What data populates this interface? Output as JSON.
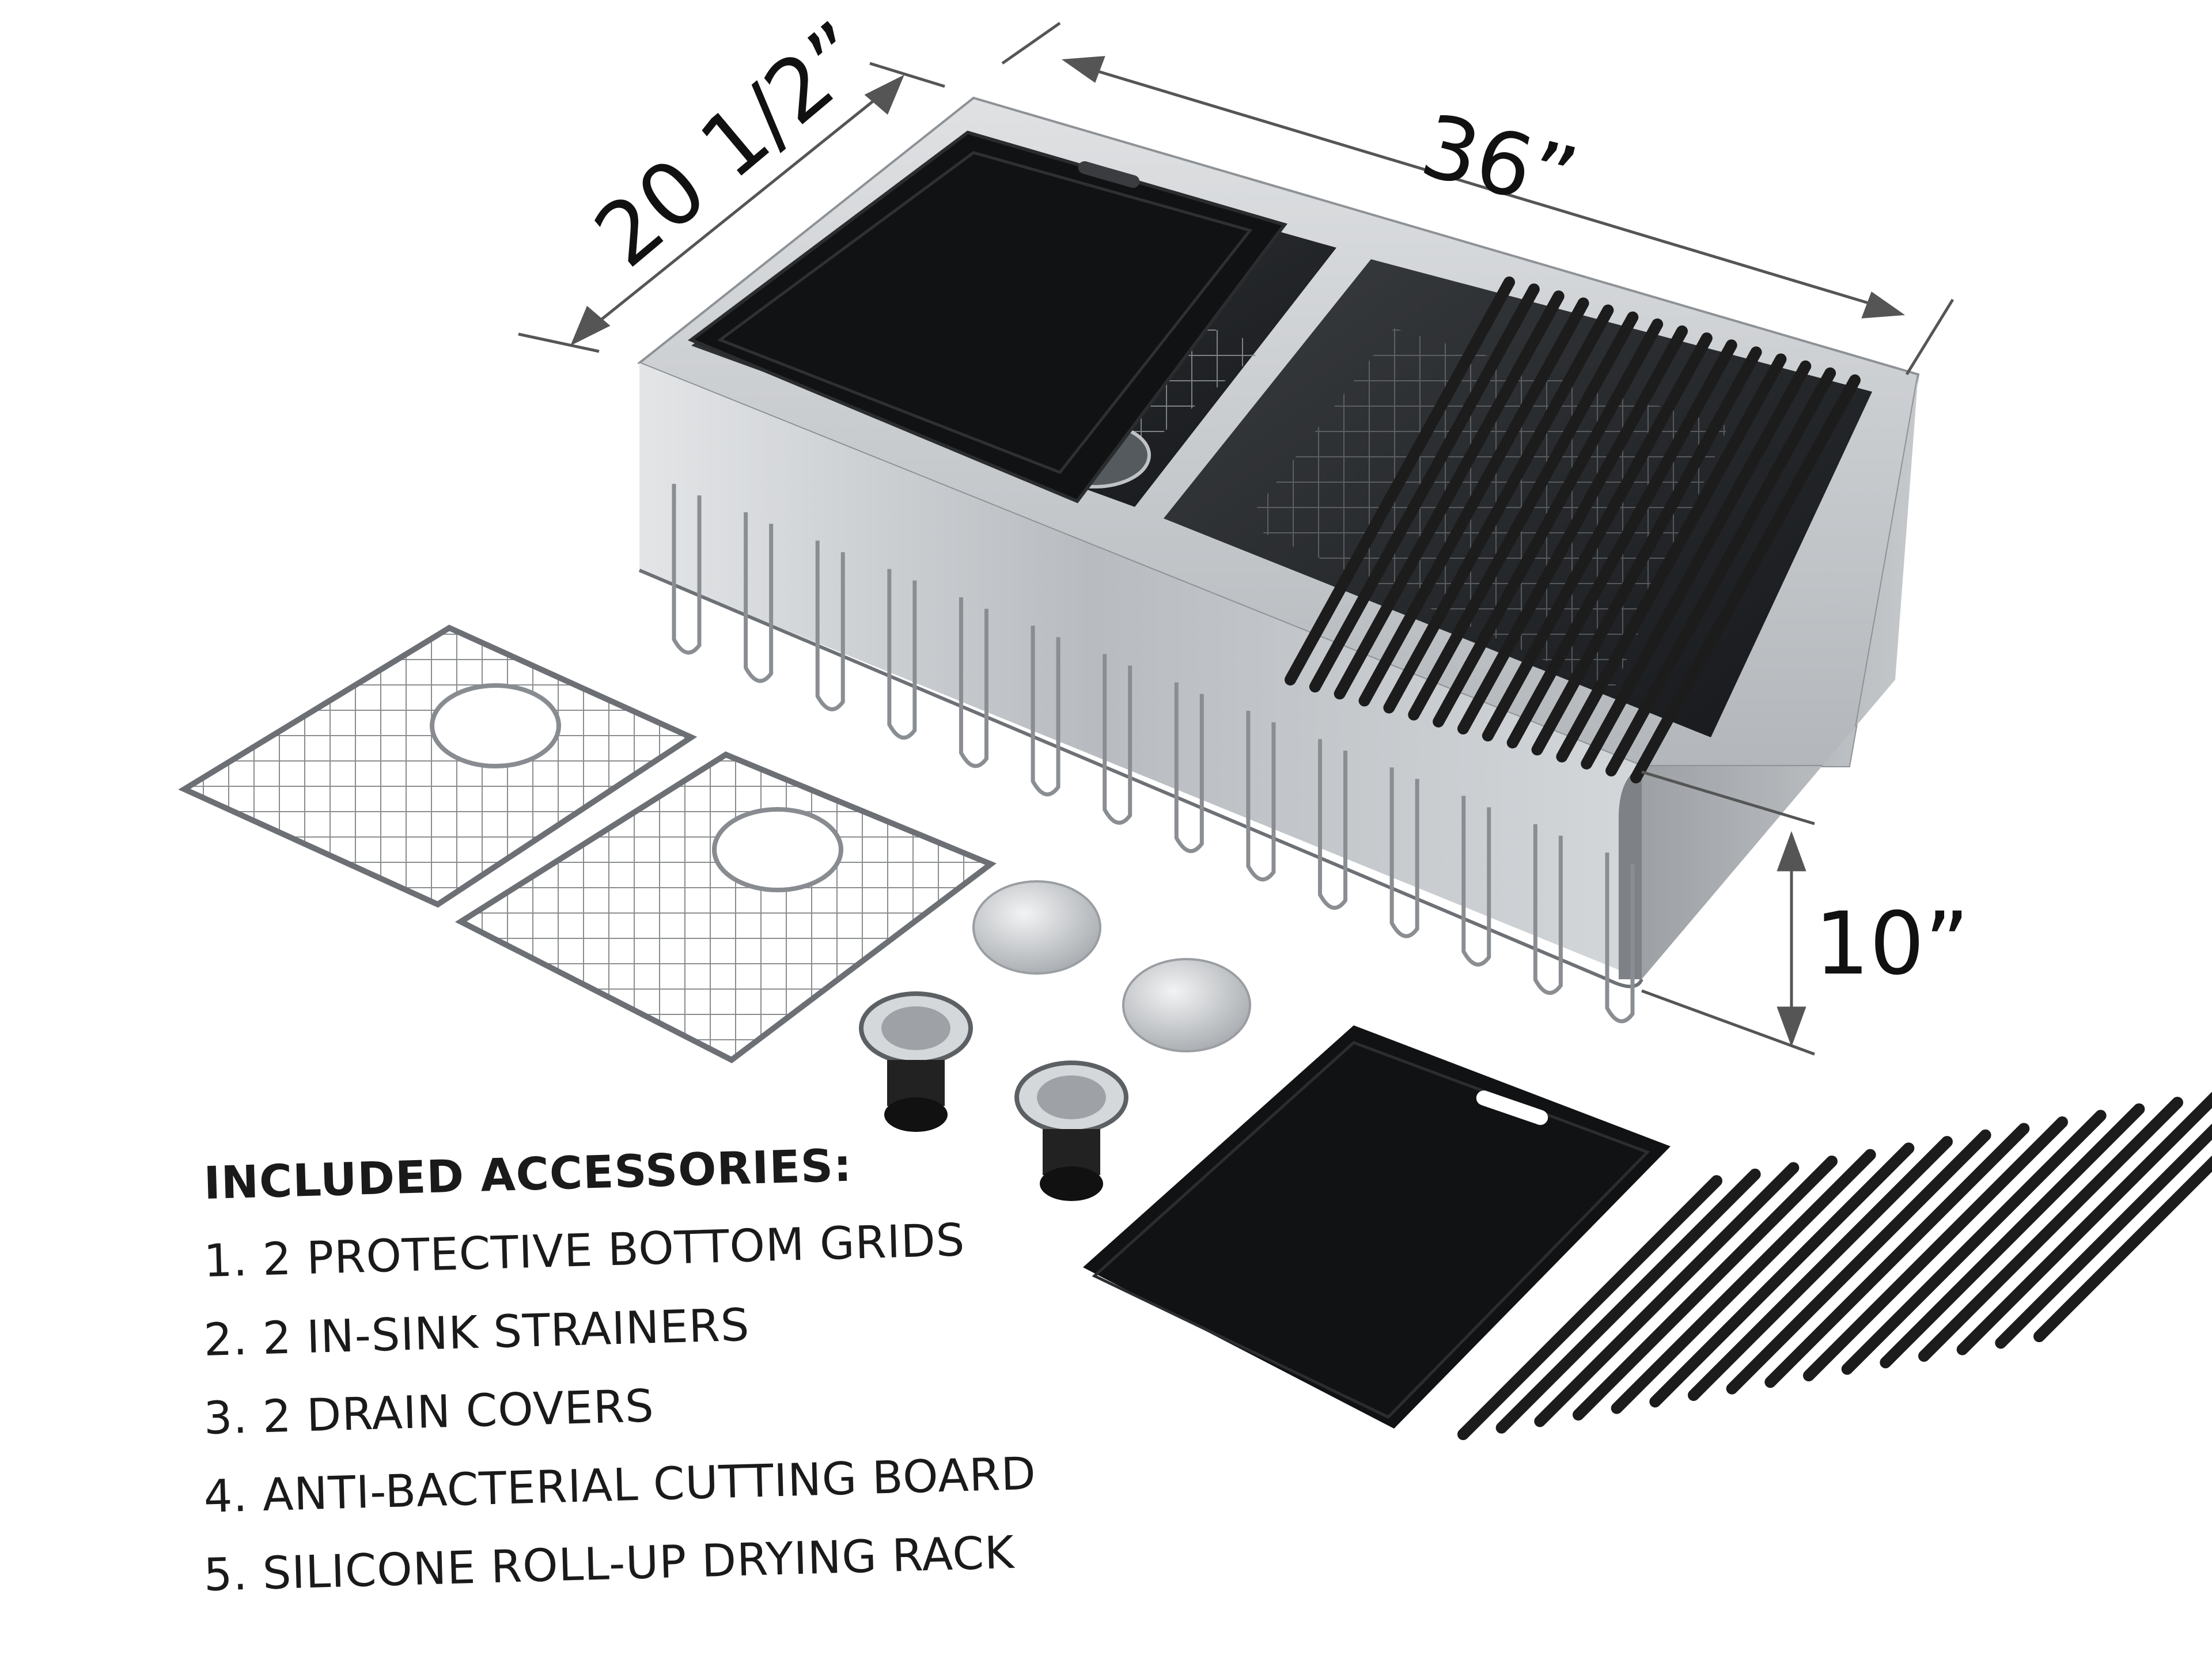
{
  "dimensions": {
    "length": "36”",
    "width": "20 1/2”",
    "depth": "10”"
  },
  "accessories": {
    "title": "INCLUDED ACCESSORIES:",
    "items": [
      "1. 2 PROTECTIVE BOTTOM GRIDS",
      "2. 2 IN-SINK STRAINERS",
      "3. 2 DRAIN COVERS",
      "4. ANTI-BACTERIAL CUTTING BOARD",
      "5. SILICONE ROLL-UP DRYING RACK"
    ]
  },
  "colors": {
    "steel": "#c9cccf",
    "steel_dark": "#8e9296",
    "board": "#141414",
    "rack": "#1c1c1c"
  }
}
